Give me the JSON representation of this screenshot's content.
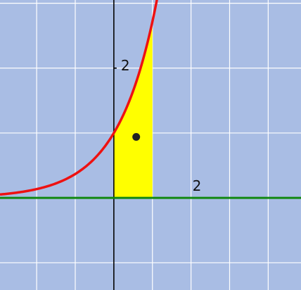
{
  "chart_data": {
    "type": "area",
    "function": "e^x",
    "xlim": [
      -2.95,
      4.85
    ],
    "ylim": [
      -1.42,
      3.05
    ],
    "grid": true,
    "colors": {
      "background": "#a9bde4",
      "grid": "#ffffff",
      "axis": "#000000",
      "curve": "#ee1111",
      "fill": "#ffff00",
      "baseline": "#118811",
      "point": "#222222"
    },
    "shaded_region": {
      "x_from": 0,
      "x_to": 1,
      "lower": 0
    },
    "point": {
      "x": 0.58,
      "y": 0.94
    },
    "tick_labels": [
      {
        "axis": "y",
        "value": 2,
        "text": "2"
      },
      {
        "axis": "x",
        "value": 2,
        "text": "2"
      }
    ]
  }
}
